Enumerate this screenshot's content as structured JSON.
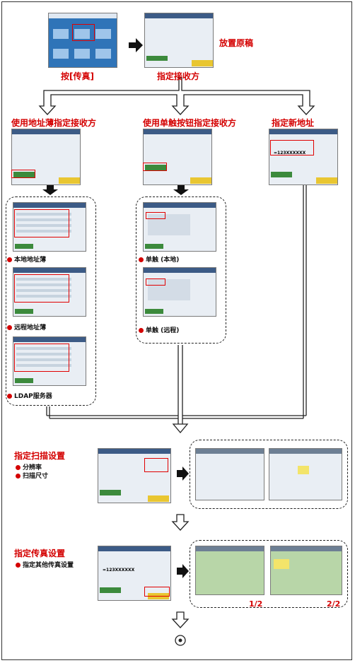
{
  "top": {
    "caption_press": "按[传真]",
    "caption_place": "放置原稿",
    "caption_specify": "指定接收方"
  },
  "branches": {
    "address_book": "使用地址薄指定接收方",
    "one_touch": "使用单触按钮指定接收方",
    "new_address": "指定新地址"
  },
  "address_book_items": [
    "本地地址薄",
    "远程地址薄",
    "LDAP服务器"
  ],
  "one_touch_items": [
    "单触 (本地)",
    "单触 (远程)"
  ],
  "scan_settings": {
    "title": "指定扫描设置",
    "items": [
      "分辨率",
      "扫描尺寸"
    ]
  },
  "fax_settings": {
    "title": "指定传真设置",
    "items": [
      "指定其他传真设置"
    ],
    "pages": [
      "1/2",
      "2/2"
    ]
  },
  "screen_text": {
    "fax_number": "=123XXXXXX"
  },
  "colors": {
    "accent": "#d40000",
    "screen_bar": "#3c5b86",
    "button_green": "#3c8a3c",
    "button_yellow": "#e9c631"
  }
}
